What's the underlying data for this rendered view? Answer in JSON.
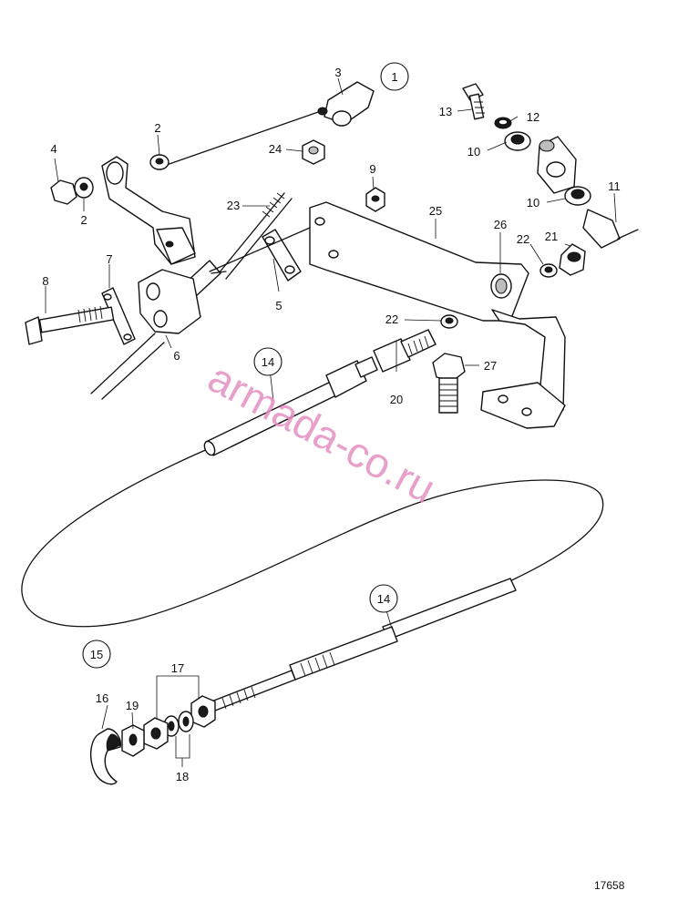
{
  "diagram": {
    "figure_number": "17658",
    "watermark": "armada-co.ru",
    "part_labels": {
      "l1": "1",
      "l2a": "2",
      "l2b": "2",
      "l3": "3",
      "l4": "4",
      "l5": "5",
      "l6": "6",
      "l7": "7",
      "l8": "8",
      "l9": "9",
      "l10a": "10",
      "l10b": "10",
      "l11": "11",
      "l12": "12",
      "l13": "13",
      "l14a": "14",
      "l14b": "14",
      "l15": "15",
      "l16": "16",
      "l17": "17",
      "l18": "18",
      "l19": "19",
      "l20": "20",
      "l21": "21",
      "l22a": "22",
      "l22b": "22",
      "l23": "23",
      "l24": "24",
      "l25": "25",
      "l26": "26",
      "l27": "27"
    }
  }
}
